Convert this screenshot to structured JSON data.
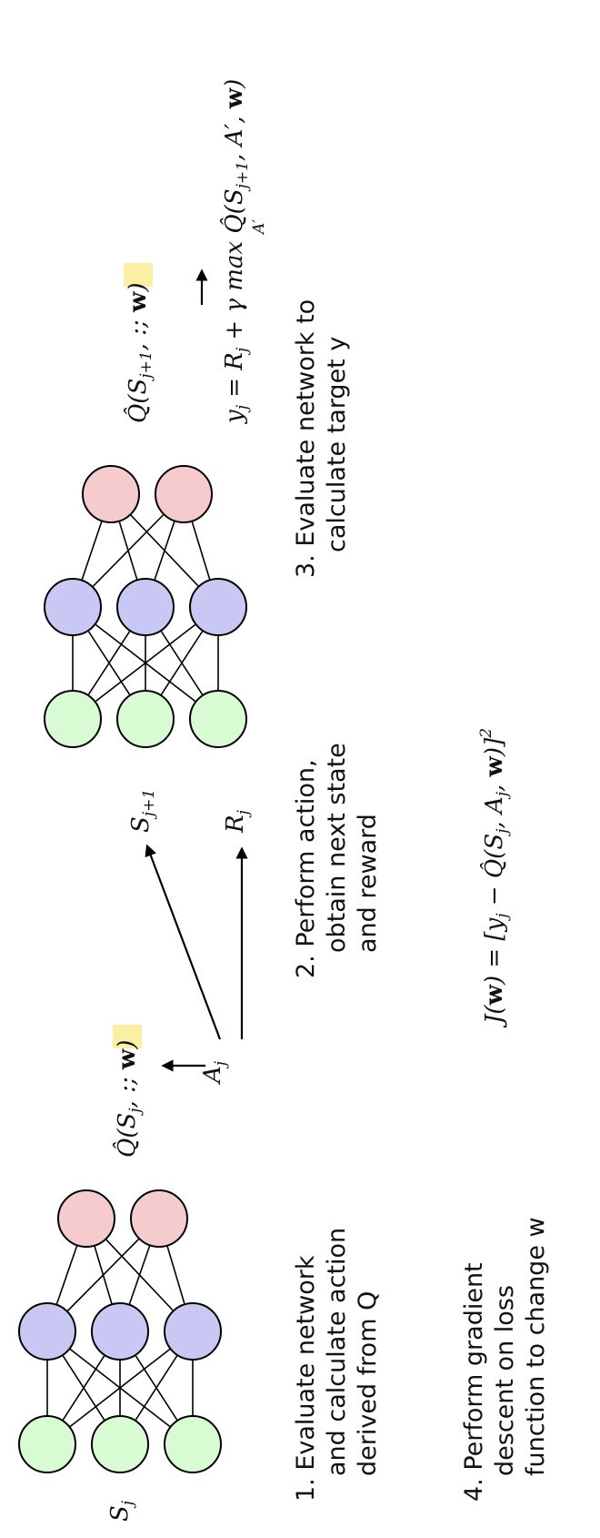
{
  "colors": {
    "input_node": "#d8fbd4",
    "hidden_node": "#c9c8f5",
    "output_node": "#f5cbcd",
    "weight_highlight": "#fbeea5"
  },
  "inputs": {
    "state": "S",
    "state_sub": "j"
  },
  "formulas": {
    "q_action": {
      "pre": "Q̂(S",
      "sub": "j",
      "post": ", :; ",
      "w": "w",
      "close": ")"
    },
    "action": {
      "main": "A",
      "sub": "j"
    },
    "next_state": {
      "main": "S",
      "sub": "j+1"
    },
    "reward": {
      "main": "R",
      "sub": "j"
    },
    "q_target": {
      "pre": "Q̂(S",
      "sub": "j+1",
      "post": ", :; ",
      "w": "w",
      "close": ")"
    },
    "target_y": {
      "y": "y",
      "y_sub": "j",
      "eq": " = R",
      "r_sub": "j",
      "plus": " + γ max ",
      "q": "Q̂(S",
      "s_sub": "j+1",
      "rest": ", A′, ",
      "w": "w",
      "close": ")",
      "max_under": "A′"
    },
    "loss": {
      "j": "J(",
      "w1": "w",
      "mid": ") = [y",
      "y_sub": "j",
      "minus": " − Q̂(S",
      "s_sub": "j",
      "comma": ", A",
      "a_sub": "j",
      "comma2": ", ",
      "w2": "w",
      "close": ")]",
      "sup": "2"
    }
  },
  "steps": [
    {
      "lines": [
        "1. Evaluate network",
        "and calculate action",
        "derived from Q"
      ]
    },
    {
      "lines": [
        "2. Perform action,",
        "obtain next state",
        "and reward"
      ]
    },
    {
      "lines": [
        "3. Evaluate network to",
        "calculate target y"
      ]
    },
    {
      "lines": [
        "4. Perform gradient",
        "descent on loss",
        "function to change w"
      ]
    }
  ]
}
